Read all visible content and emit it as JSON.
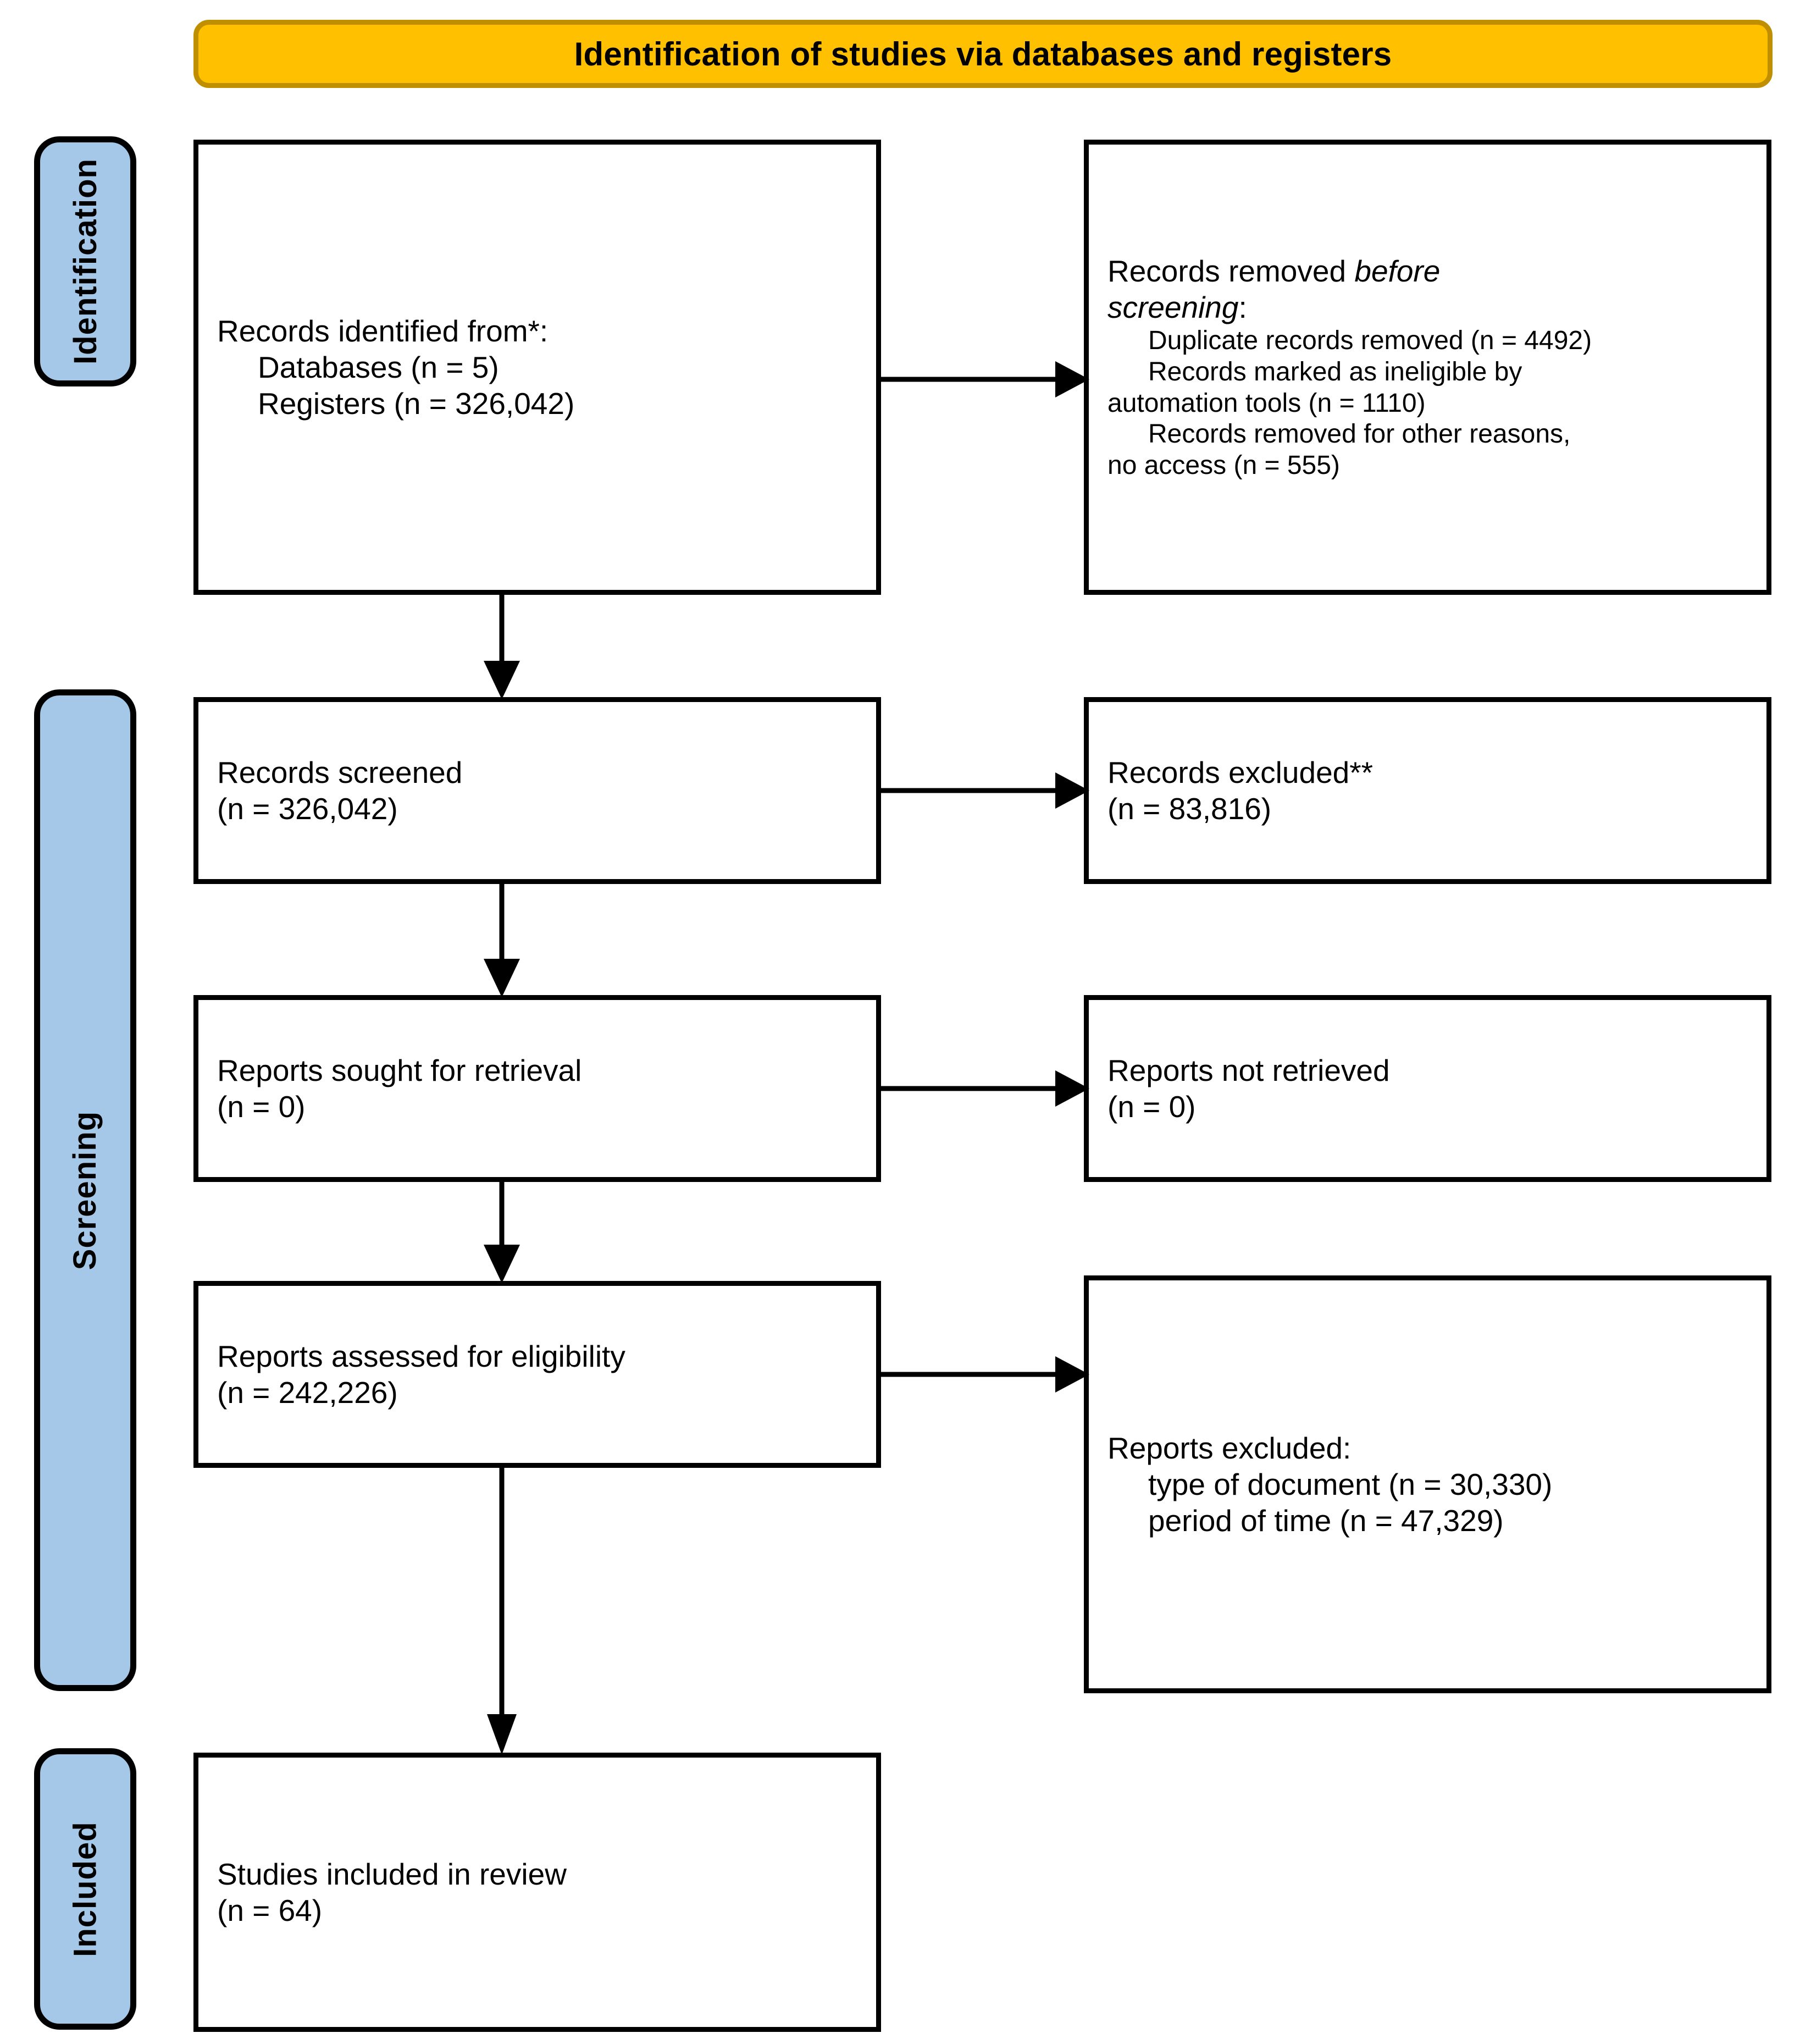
{
  "banner": {
    "title": "Identification of studies via databases and registers",
    "fill_color": "#FFC000",
    "border_color": "#BF8F00"
  },
  "stages": [
    {
      "id": "identification",
      "label": "Identification",
      "fill_color": "#A5C8E8"
    },
    {
      "id": "screening",
      "label": "Screening",
      "fill_color": "#A5C8E8"
    },
    {
      "id": "included",
      "label": "Included",
      "fill_color": "#A5C8E8"
    }
  ],
  "boxes": {
    "identified": {
      "title": "Records identified from*:",
      "items": [
        "Databases (n = 5)",
        "Registers (n = 326,042)"
      ]
    },
    "removed": {
      "title_pre": "Records removed ",
      "title_italic_1": "before",
      "title_italic_2": "screening",
      "title_post": ":",
      "items": [
        "Duplicate records removed (n = 4492)",
        "Records marked as ineligible by",
        "automation tools (n = 1110)",
        "Records removed for other reasons,",
        "no access (n = 555)"
      ]
    },
    "screened": {
      "line1": "Records screened",
      "line2": "(n = 326,042)"
    },
    "excluded": {
      "line1": "Records excluded**",
      "line2": "(n = 83,816)"
    },
    "sought": {
      "line1": "Reports sought for retrieval",
      "line2": "(n = 0)"
    },
    "not_retrieved": {
      "line1": "Reports not retrieved",
      "line2": "(n = 0)"
    },
    "assessed": {
      "line1": "Reports assessed for eligibility",
      "line2": "(n = 242,226)"
    },
    "reports_excluded": {
      "title": "Reports excluded:",
      "items": [
        "type of document (n = 30,330)",
        "period of time (n = 47,329)"
      ]
    },
    "included": {
      "line1": "Studies included in review",
      "line2": "(n = 64)"
    }
  },
  "flow_data": {
    "type": "prisma-flow-diagram",
    "nodes": [
      {
        "id": "identified",
        "n_databases": 5,
        "n_registers": 326042
      },
      {
        "id": "removed",
        "n_duplicates": 4492,
        "n_automation": 1110,
        "n_other_no_access": 555
      },
      {
        "id": "screened",
        "n": 326042
      },
      {
        "id": "excluded",
        "n": 83816
      },
      {
        "id": "sought",
        "n": 0
      },
      {
        "id": "not_retrieved",
        "n": 0
      },
      {
        "id": "assessed",
        "n": 242226
      },
      {
        "id": "reports_excluded",
        "n_type_of_document": 30330,
        "n_period_of_time": 47329
      },
      {
        "id": "included",
        "n": 64
      }
    ],
    "edges": [
      {
        "from": "identified",
        "to": "removed",
        "direction": "right"
      },
      {
        "from": "identified",
        "to": "screened",
        "direction": "down"
      },
      {
        "from": "screened",
        "to": "excluded",
        "direction": "right"
      },
      {
        "from": "screened",
        "to": "sought",
        "direction": "down"
      },
      {
        "from": "sought",
        "to": "not_retrieved",
        "direction": "right"
      },
      {
        "from": "sought",
        "to": "assessed",
        "direction": "down"
      },
      {
        "from": "assessed",
        "to": "reports_excluded",
        "direction": "right"
      },
      {
        "from": "assessed",
        "to": "included",
        "direction": "down"
      }
    ]
  }
}
